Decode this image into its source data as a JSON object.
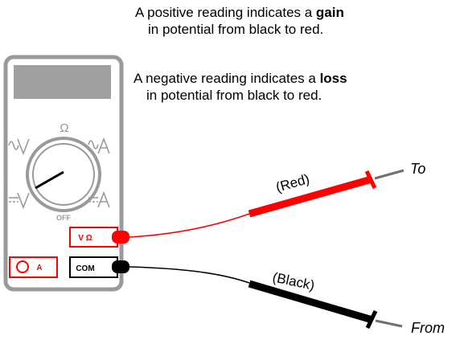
{
  "notes": {
    "positive": {
      "prefix": "A positive reading indicates a ",
      "emphasis": "gain",
      "line2": "in potential from black to red."
    },
    "negative": {
      "prefix": "A negative reading indicates a ",
      "emphasis": "loss",
      "line2": "in potential from black to red."
    }
  },
  "meter": {
    "dial": {
      "top": "Ω",
      "off": "OFF"
    },
    "jacks": {
      "volt_ohm": "V Ω",
      "com": "COM",
      "amp": "A"
    }
  },
  "leads": {
    "red": {
      "label": "(Red)",
      "end_label": "To",
      "color": "#ff0000"
    },
    "black": {
      "label": "(Black)",
      "end_label": "From",
      "color": "#000000"
    }
  },
  "colors": {
    "meter_body": "#9a9a9a",
    "display": "#a0a0a0",
    "probe_tip": "#707070"
  }
}
